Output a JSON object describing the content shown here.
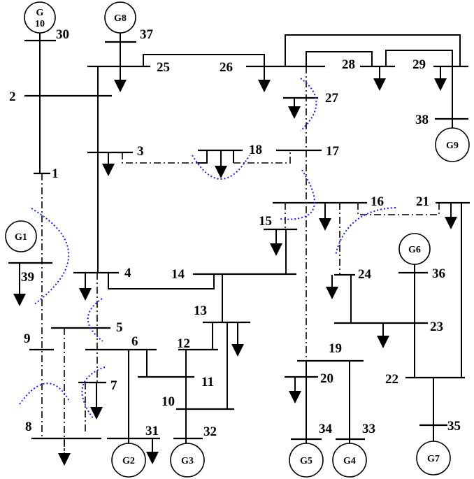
{
  "title": "IEEE 39-bus system",
  "buses": {
    "1": "1",
    "2": "2",
    "3": "3",
    "4": "4",
    "5": "5",
    "6": "6",
    "7": "7",
    "8": "8",
    "9": "9",
    "10": "10",
    "11": "11",
    "12": "12",
    "13": "13",
    "14": "14",
    "15": "15",
    "16": "16",
    "17": "17",
    "18": "18",
    "19": "19",
    "20": "20",
    "21": "21",
    "22": "22",
    "23": "23",
    "24": "24",
    "25": "25",
    "26": "26",
    "27": "27",
    "28": "28",
    "29": "29",
    "30": "30",
    "31": "31",
    "32": "32",
    "33": "33",
    "34": "34",
    "35": "35",
    "36": "36",
    "37": "37",
    "38": "38",
    "39": "39"
  },
  "generators": {
    "G1": "G1",
    "G2": "G2",
    "G3": "G3",
    "G4": "G4",
    "G5": "G5",
    "G6": "G6",
    "G7": "G7",
    "G8": "G8",
    "G9": "G9",
    "G10": [
      "G",
      "10"
    ]
  },
  "colors": {
    "lines": "#000000",
    "partition_boundary": "#1a1aff"
  }
}
